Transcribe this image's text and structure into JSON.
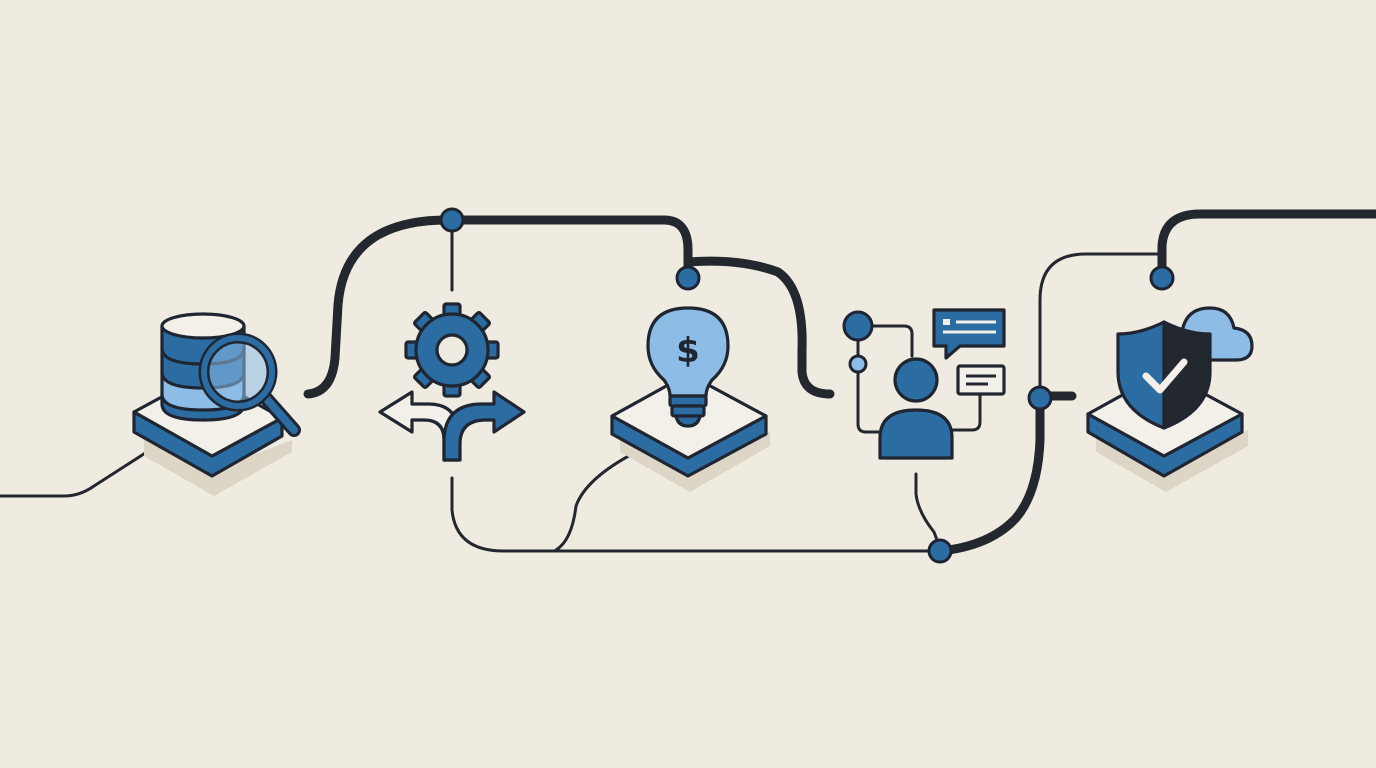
{
  "diagram": {
    "steps": [
      {
        "id": "data-search",
        "icon": "database-search-icon"
      },
      {
        "id": "decision",
        "icon": "gear-branch-arrows-icon"
      },
      {
        "id": "cost-idea",
        "icon": "dollar-lightbulb-icon"
      },
      {
        "id": "collaboration",
        "icon": "user-chat-network-icon"
      },
      {
        "id": "security",
        "icon": "shield-check-cloud-icon"
      }
    ],
    "colors": {
      "background": "#f0ebe1",
      "line": "#23272e",
      "primary_blue": "#2b6ca3",
      "light_blue": "#8dbde6",
      "platform_top": "#f2efe8",
      "shadow": "#ddd6c7"
    }
  }
}
